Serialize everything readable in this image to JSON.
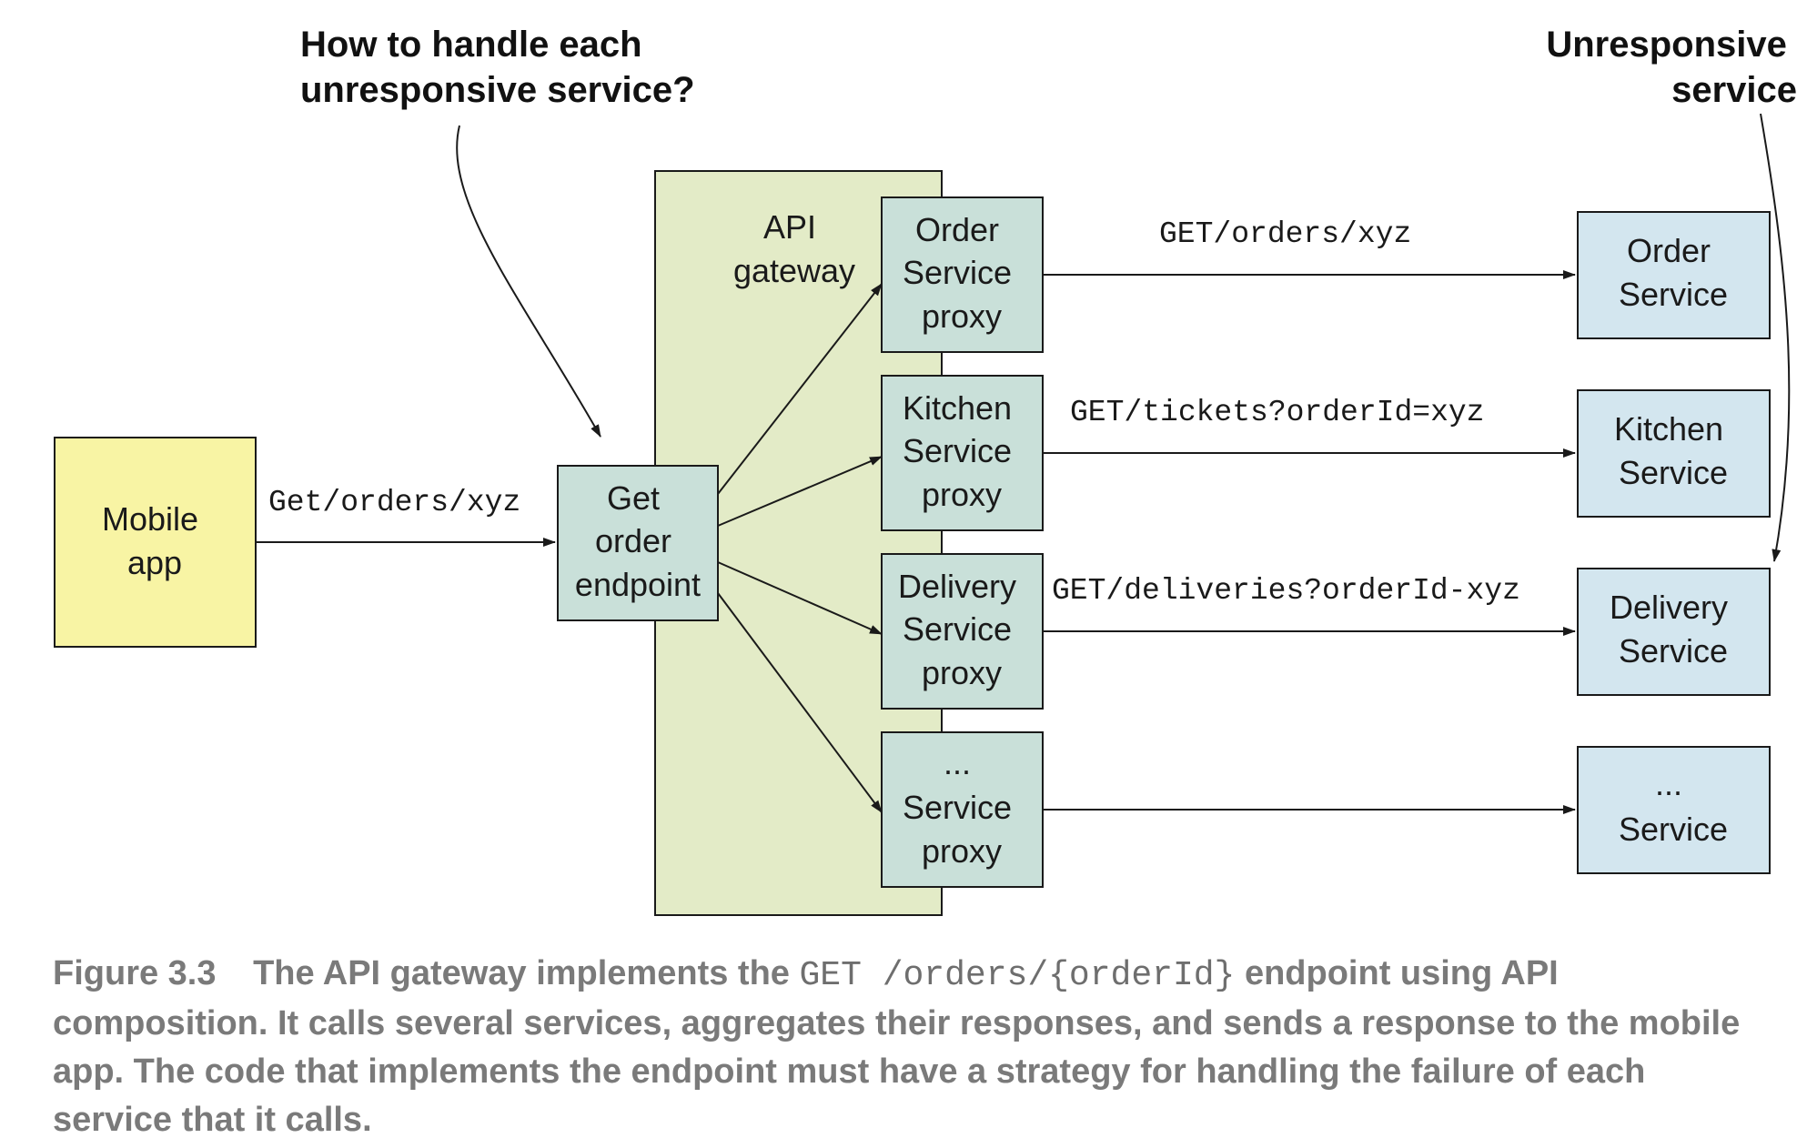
{
  "callouts": {
    "left": [
      "How to handle each",
      "unresponsive service?"
    ],
    "right": [
      "Unresponsive",
      "service"
    ]
  },
  "mobile_app": {
    "lines": [
      "Mobile",
      "app"
    ]
  },
  "request_label": "Get/orders/xyz",
  "gateway": {
    "label_lines": [
      "API",
      "gateway"
    ],
    "endpoint_lines": [
      "Get",
      "order",
      "endpoint"
    ],
    "proxies": [
      {
        "lines": [
          "Order",
          "Service",
          "proxy"
        ]
      },
      {
        "lines": [
          "Kitchen",
          "Service",
          "proxy"
        ]
      },
      {
        "lines": [
          "Delivery",
          "Service",
          "proxy"
        ]
      },
      {
        "lines": [
          "...",
          "Service",
          "proxy"
        ]
      }
    ]
  },
  "calls": [
    {
      "label": "GET/orders/xyz"
    },
    {
      "label": "GET/tickets?orderId=xyz"
    },
    {
      "label": "GET/deliveries?orderId-xyz"
    },
    {
      "label": ""
    }
  ],
  "services": [
    {
      "lines": [
        "Order",
        "Service"
      ]
    },
    {
      "lines": [
        "Kitchen",
        "Service"
      ]
    },
    {
      "lines": [
        "Delivery",
        "Service"
      ]
    },
    {
      "lines": [
        "...",
        "Service"
      ]
    }
  ],
  "caption": {
    "figure_number": "Figure 3.3",
    "text_before_code": "The API gateway implements the",
    "code": "GET /orders/{orderId}",
    "text_after_code": "endpoint using API composition. It calls several services, aggregates their responses, and sends a response to the mobile app. The code that implements the endpoint must have a strategy for handling the failure of each service that it calls."
  },
  "colors": {
    "mobile_app_fill": "#f8f4a4",
    "gateway_fill": "#e3ebc7",
    "proxy_fill": "#c9e0d9",
    "service_fill": "#d3e6ef",
    "stroke": "#1a1a1a",
    "caption_text": "#7a7a7a"
  }
}
